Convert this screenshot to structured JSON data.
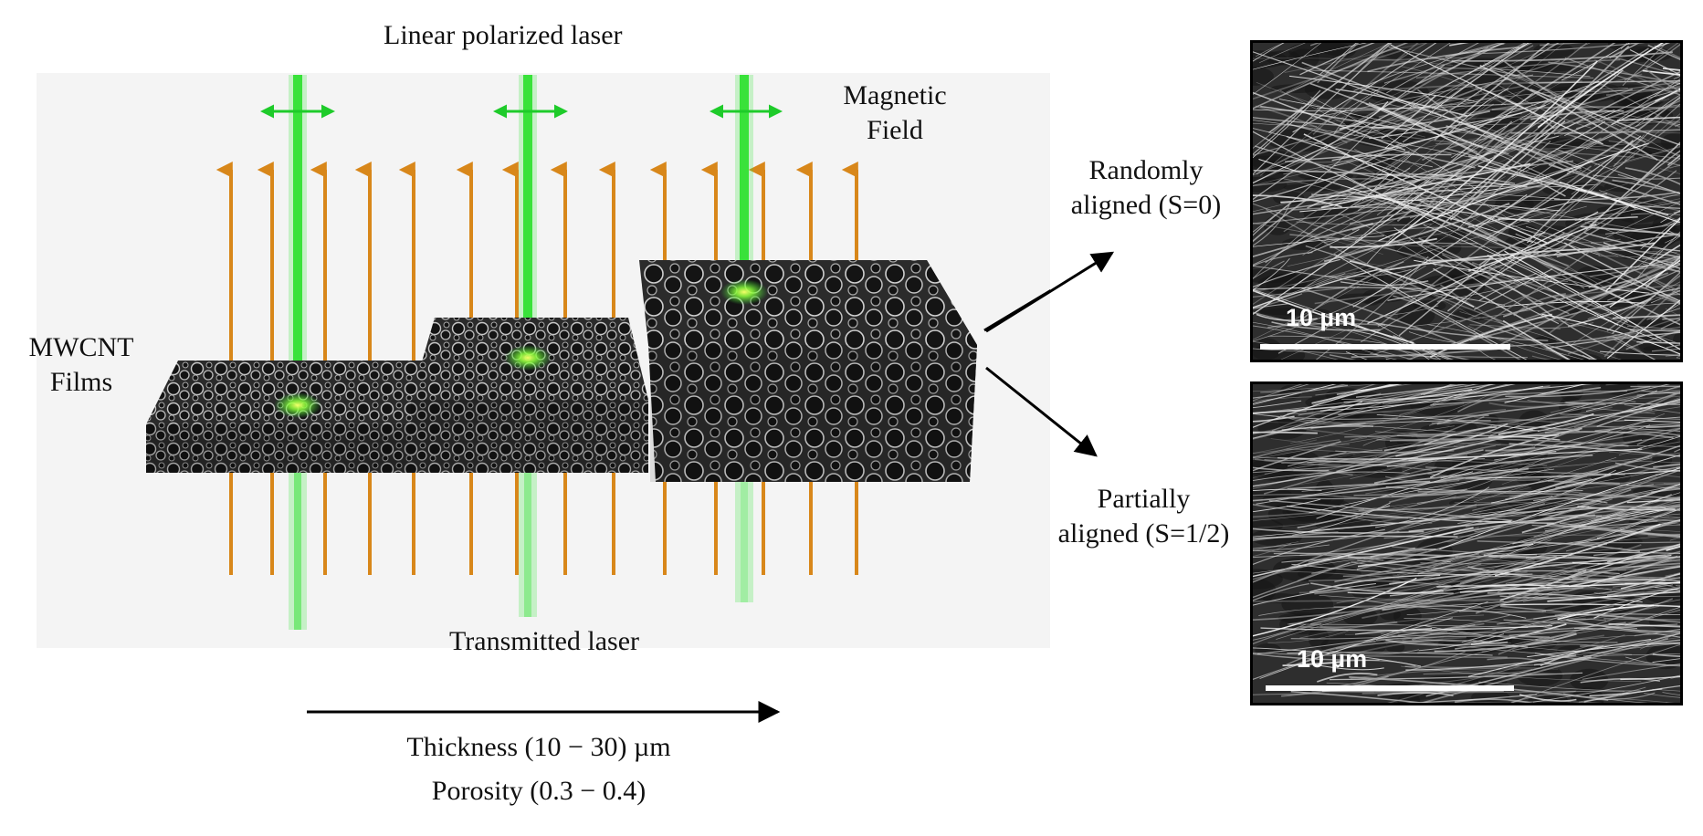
{
  "labels": {
    "laser_in": "Linear polarized laser",
    "magnetic_field": [
      "Magnetic",
      "Field"
    ],
    "films": [
      "MWCNT",
      "Films"
    ],
    "laser_out": "Transmitted laser",
    "thickness": "Thickness (10 − 30) µm",
    "porosity": "Porosity (0.3 − 0.4)"
  },
  "panels": [
    {
      "caption": [
        "Randomly",
        "aligned (S=0)"
      ],
      "scale_label": "10 µm"
    },
    {
      "caption": [
        "Partially",
        "aligned (S=1/2)"
      ],
      "scale_label": "10 µm"
    }
  ],
  "colors": {
    "laser": "#39e23a",
    "field_arrow": "#d8871a",
    "film": "#2b2b2b",
    "mesh": "#c8c8c8",
    "fiber": "#f0f0f0"
  }
}
